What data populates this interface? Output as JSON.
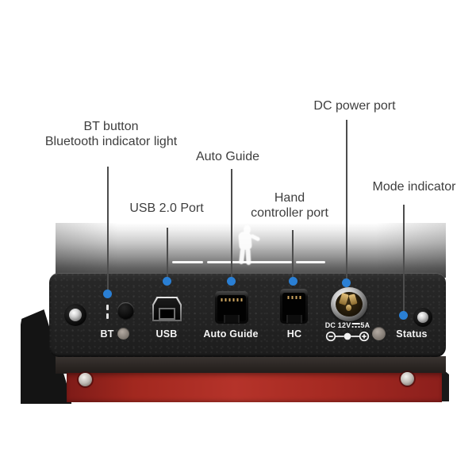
{
  "meta": {
    "description": "Annotated rear-panel diagram of a red/black telescope mount controller showing its ports and indicators",
    "background": "#ffffff"
  },
  "colors": {
    "accent_blue_dot": "#2a7fd4",
    "callout_text": "#3e3e3e",
    "leader_line": "#4d4d4d",
    "panel_black": "#222222",
    "body_red": "#a2281f",
    "panel_label_white": "#f4f4f4"
  },
  "callouts": {
    "bt": {
      "line1": "BT button",
      "line2": "Bluetooth indicator light"
    },
    "usb": {
      "line1": "USB 2.0 Port"
    },
    "auto_guide": {
      "line1": "Auto Guide"
    },
    "hand_controller": {
      "line1": "Hand",
      "line2": "controller port"
    },
    "dc_power": {
      "line1": "DC power port"
    },
    "mode": {
      "line1": "Mode indicator"
    }
  },
  "panel_labels": {
    "bt": "BT",
    "usb": "USB",
    "auto_guide": "Auto Guide",
    "hc": "HC",
    "status": "Status",
    "dc_spec_prefix": "DC 12V",
    "dc_spec_suffix": "5A"
  },
  "icons": {
    "dc_symbol": "direct-current symbol (solid line over dashed line)",
    "polarity_diagram": "center-positive polarity: minus ring — center pin — plus ring",
    "person_silhouette": "white reflected silhouette of a person on glossy top surface"
  }
}
